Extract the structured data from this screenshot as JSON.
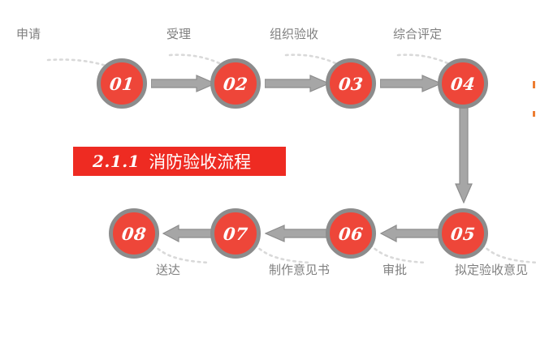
{
  "title_banner": {
    "number": "2.1.1",
    "text": "消防验收流程"
  },
  "colors": {
    "node_fill": "#EE4639",
    "node_ring": "#8C8C8C",
    "arrow": "#A6A6A6",
    "arrow_stroke": "#8C8C8C",
    "caption": "#808080",
    "banner": "#EE2B22",
    "connector": "#D9D9D9",
    "background": "#FFFFFF",
    "edge_mark": "#ED7D31"
  },
  "flow": {
    "top_row": [
      {
        "number": "01",
        "caption": "申请"
      },
      {
        "number": "02",
        "caption": "受理"
      },
      {
        "number": "03",
        "caption": "组织验收"
      },
      {
        "number": "04",
        "caption": "综合评定"
      }
    ],
    "bottom_row": [
      {
        "number": "05",
        "caption": "拟定验收意见"
      },
      {
        "number": "06",
        "caption": "审批"
      },
      {
        "number": "07",
        "caption": "制作意见书"
      },
      {
        "number": "08",
        "caption": "送达"
      }
    ]
  }
}
